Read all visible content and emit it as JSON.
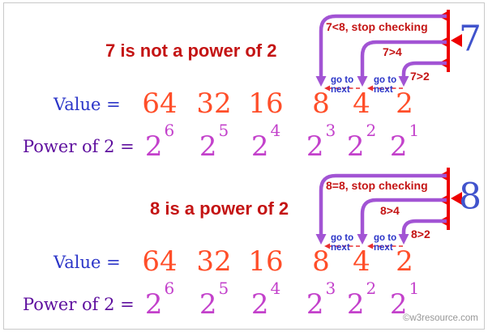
{
  "watermark": "©w3resource.com",
  "colors": {
    "title_red": "#c41414",
    "value_orange": "#ff4e29",
    "label_blue": "#2b35c8",
    "power_label_purple": "#5e0f9e",
    "exponent_magenta": "#c341cb",
    "arrow_purple": "#a254d4",
    "marker_red": "#ee0000",
    "target_number_blue": "#4053cc"
  },
  "sections": [
    {
      "title": "7 is not a power of 2",
      "target_number": "7",
      "value_label": "Value =",
      "power_label": "Power of 2 =",
      "values": [
        "64",
        "32",
        "16",
        "8",
        "4",
        "2"
      ],
      "power_base": "2",
      "exponents": [
        "6",
        "5",
        "4",
        "3",
        "2",
        "1"
      ],
      "step_labels": [
        "7<8, stop checking",
        "7>4",
        "7>2"
      ],
      "goto_top": "go to",
      "goto_bottom": "next"
    },
    {
      "title": "8 is a power of 2",
      "target_number": "8",
      "value_label": "Value =",
      "power_label": "Power of 2 =",
      "values": [
        "64",
        "32",
        "16",
        "8",
        "4",
        "2"
      ],
      "power_base": "2",
      "exponents": [
        "6",
        "5",
        "4",
        "3",
        "2",
        "1"
      ],
      "step_labels": [
        "8=8, stop checking",
        "8>4",
        "8>2"
      ],
      "goto_top": "go to",
      "goto_bottom": "next"
    }
  ]
}
